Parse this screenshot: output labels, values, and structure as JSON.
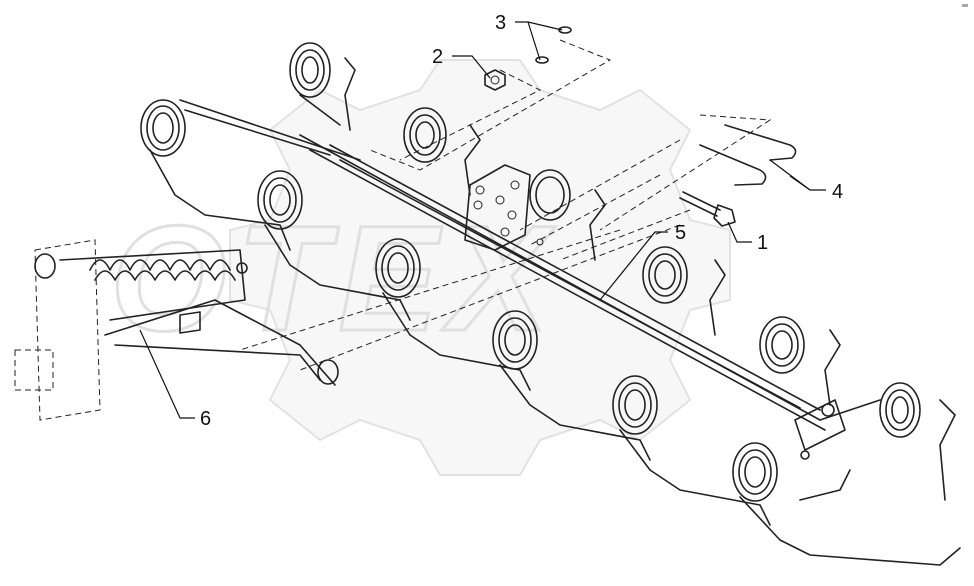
{
  "diagram": {
    "callouts": {
      "c1": "1",
      "c2": "2",
      "c3": "3",
      "c4": "4",
      "c5": "5",
      "c6": "6"
    },
    "watermark": "OTEX"
  }
}
